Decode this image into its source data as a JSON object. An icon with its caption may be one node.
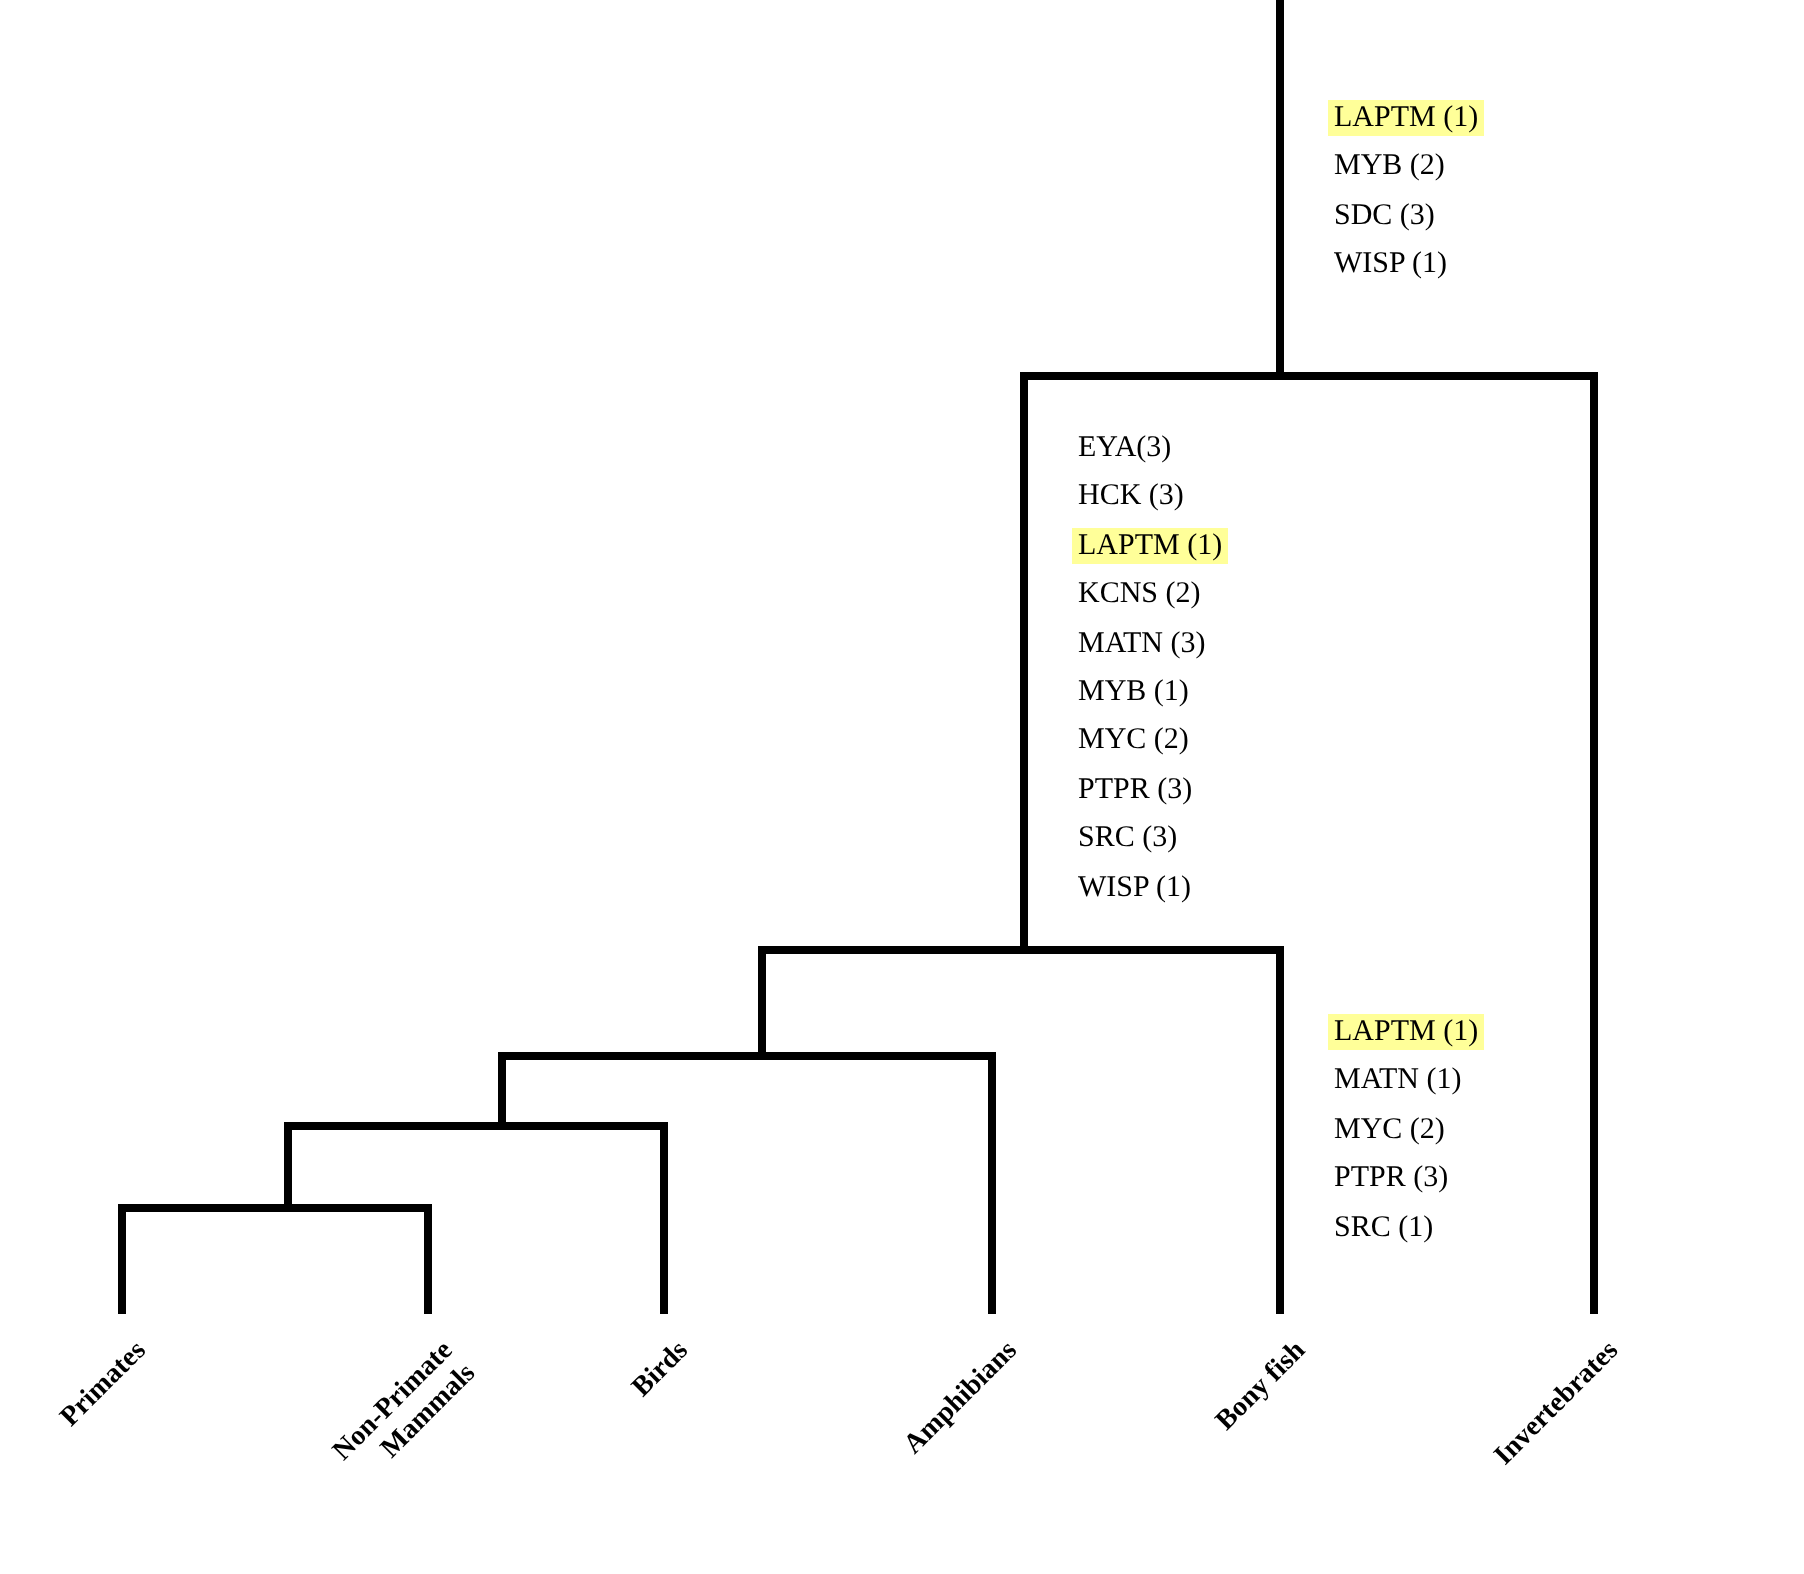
{
  "diagram": {
    "labels": [
      "LAPTM (1)",
      "MYB (2)",
      "SDC (3)",
      "WISP (1)",
      "EYA(3)",
      "HCK (3)",
      "LAPTM (1)",
      "KCNS (2)",
      "MATN (3)",
      "MYB (1)",
      "MYC (2)",
      "PTPR (3)",
      "SRC (3)",
      "WISP (1)",
      "LAPTM (1)",
      "MATN (1)",
      "MYC (2)",
      "PTPR (3)",
      "SRC (1)",
      "Primates",
      "Non-Primate Mammals",
      "Birds",
      "Amphibians",
      "Bony fish",
      "Invertebrates"
    ]
  }
}
